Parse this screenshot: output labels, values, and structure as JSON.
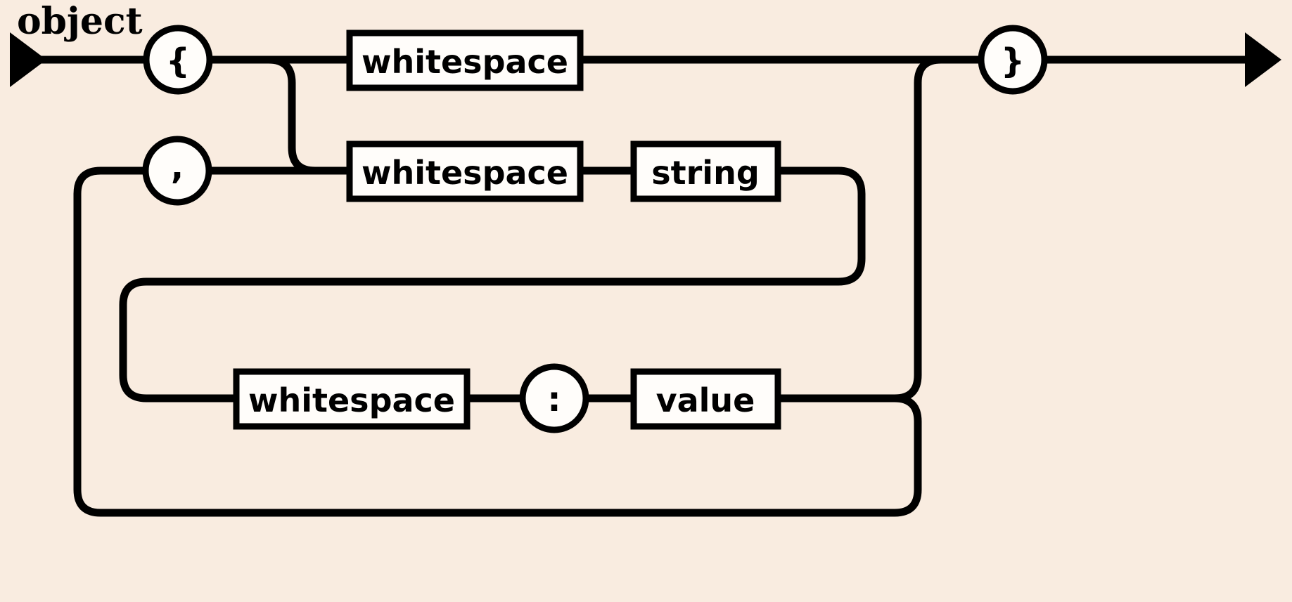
{
  "diagram": {
    "kind": "railroad-syntax-diagram",
    "title": "object",
    "background_color": "#f9ece0",
    "line_color": "#000000",
    "node_fill_color": "#fffdfa",
    "terminals": [
      {
        "id": "open-brace",
        "label": "{",
        "shape": "circle"
      },
      {
        "id": "comma",
        "label": ",",
        "shape": "circle"
      },
      {
        "id": "colon",
        "label": ":",
        "shape": "circle"
      },
      {
        "id": "close-brace",
        "label": "}",
        "shape": "circle"
      }
    ],
    "nonterminals": [
      {
        "id": "whitespace-top",
        "label": "whitespace",
        "shape": "rect"
      },
      {
        "id": "whitespace-middle",
        "label": "whitespace",
        "shape": "rect"
      },
      {
        "id": "string",
        "label": "string",
        "shape": "rect"
      },
      {
        "id": "whitespace-bottom",
        "label": "whitespace",
        "shape": "rect"
      },
      {
        "id": "value",
        "label": "value",
        "shape": "rect"
      }
    ],
    "entry_marker": "left-arrow-head",
    "exit_marker": "right-arrow-head",
    "rows": [
      {
        "id": "row-1",
        "items": [
          "{",
          "whitespace",
          "}"
        ]
      },
      {
        "id": "row-2",
        "items": [
          ",",
          "whitespace",
          "string"
        ]
      },
      {
        "id": "row-3",
        "items": [
          "whitespace",
          ":",
          "value"
        ]
      }
    ]
  }
}
